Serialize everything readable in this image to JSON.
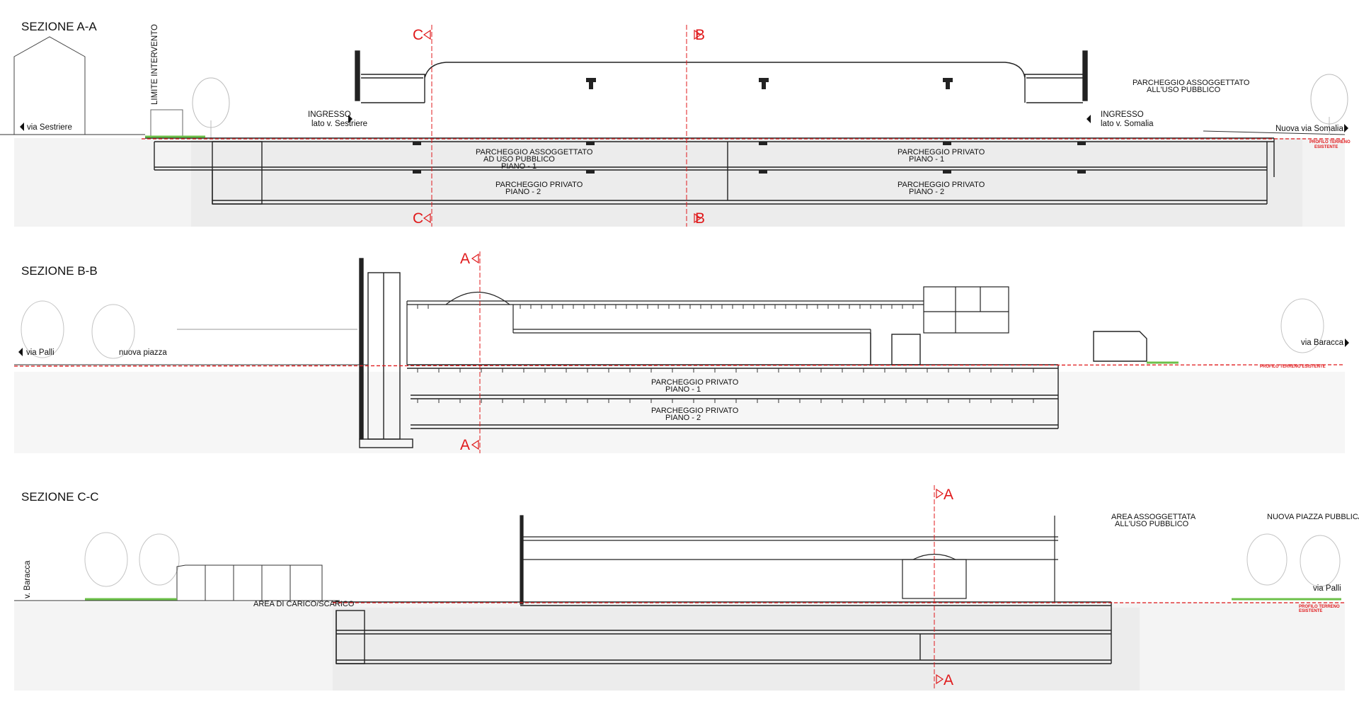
{
  "sections": {
    "aa": {
      "title": "SEZIONE A-A",
      "limite": "LIMITE  INTERVENTO",
      "street_left": "via Sestriere",
      "street_right": "Nuova via Somalia",
      "entry_left_1": "INGRESSO",
      "entry_left_2": "lato v. Sestriere",
      "entry_right_1": "INGRESSO",
      "entry_right_2": "lato v. Somalia",
      "roof_label_1": "PARCHEGGIO ASSOGGETTATO",
      "roof_label_2": "ALL'USO PUBBLICO",
      "p1_left_1": "PARCHEGGIO ASSOGGETTATO",
      "p1_left_2": "AD USO PUBBLICO",
      "p1_left_3": "PIANO - 1",
      "p1_right_1": "PARCHEGGIO PRIVATO",
      "p1_right_2": "PIANO - 1",
      "p2_left_1": "PARCHEGGIO PRIVATO",
      "p2_left_2": "PIANO - 2",
      "p2_right_1": "PARCHEGGIO PRIVATO",
      "p2_right_2": "PIANO - 2",
      "terrain_1": "PROFILO TERRENO",
      "terrain_2": "ESISTENTE",
      "cut_c": "C",
      "cut_b": "B"
    },
    "bb": {
      "title": "SEZIONE B-B",
      "street_left": "via Palli",
      "plaza": "nuova piazza",
      "street_right": "via Baracca",
      "p1_1": "PARCHEGGIO PRIVATO",
      "p1_2": "PIANO - 1",
      "p2_1": "PARCHEGGIO PRIVATO",
      "p2_2": "PIANO - 2",
      "terrain": "PROFILO TERRENO ESISTENTE",
      "cut_a": "A"
    },
    "cc": {
      "title": "SEZIONE C-C",
      "street_left": "v. Baracca",
      "street_right": "via Palli",
      "area_1": "AREA ASSOGGETTATA",
      "area_2": "ALL'USO PUBBLICO",
      "piazza": "NUOVA PIAZZA PUBBLICA",
      "carico": "AREA DI CARICO/SCARICO",
      "terrain_1": "PROFILO TERRENO",
      "terrain_2": "ESISTENTE",
      "cut_a": "A"
    }
  },
  "colors": {
    "cut_line": "#e0191b",
    "ground": "#f0f0f0",
    "lawn": "#6cc04a",
    "structure": "#222222"
  }
}
